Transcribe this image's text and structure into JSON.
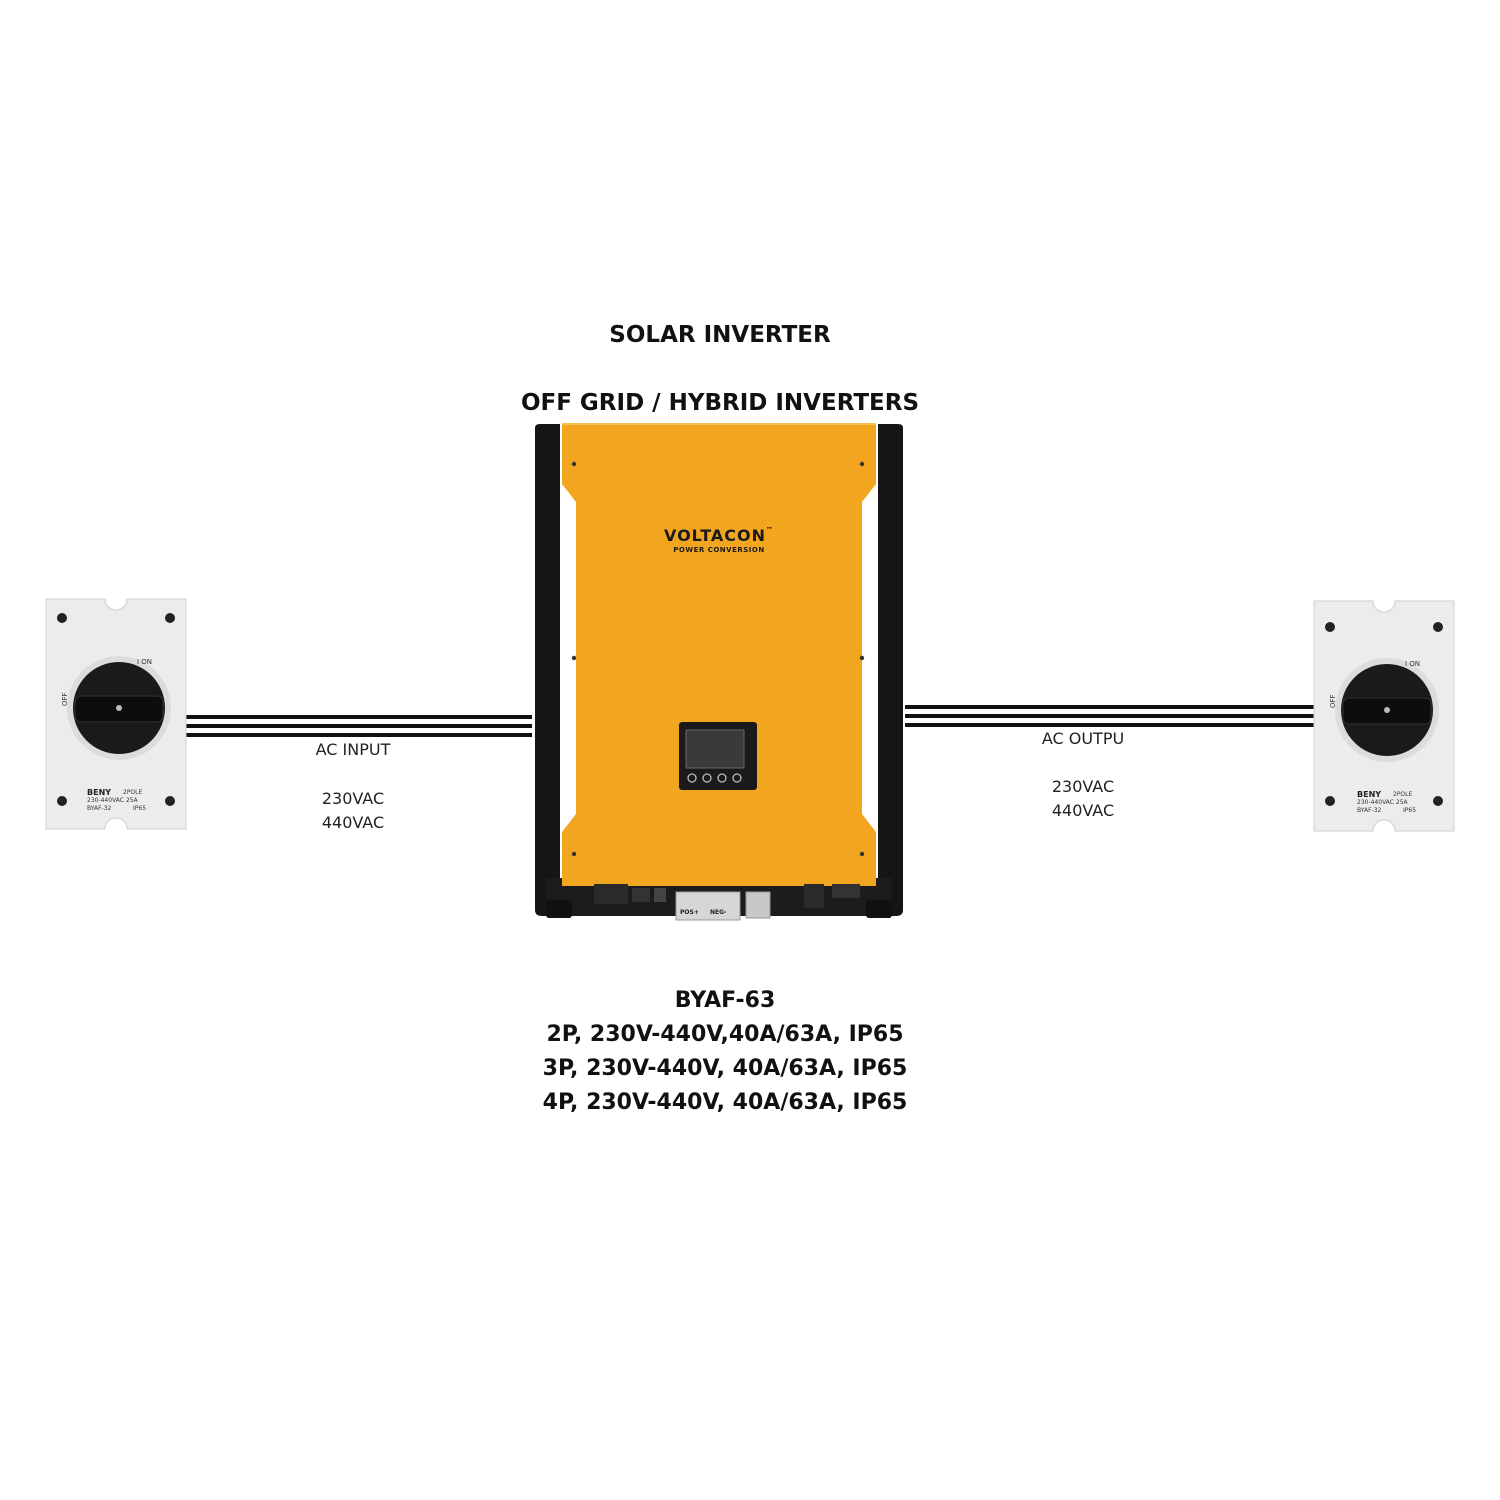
{
  "title": "SOLAR INVERTER",
  "subtitle": "OFF GRID / HYBRID INVERTERS",
  "inverter": {
    "brand": "VOLTACON",
    "brand_tm": "™",
    "tagline": "POWER CONVERSION",
    "terminal_pos": "POS+",
    "terminal_neg": "NEG-",
    "color": "#f2a51f"
  },
  "left_side": {
    "label": "AC INPUT",
    "voltages": [
      "230VAC",
      "440VAC"
    ]
  },
  "right_side": {
    "label": "AC OUTPU",
    "voltages": [
      "230VAC",
      "440VAC"
    ]
  },
  "isolator": {
    "brand": "BENY",
    "poles": "2POLE",
    "rating": "230-440VAC  25A",
    "model": "BYAF-32",
    "ip": "IP65"
  },
  "specs": {
    "model": "BYAF-63",
    "lines": [
      "2P, 230V-440V,40A/63A, IP65",
      "3P, 230V-440V, 40A/63A, IP65",
      "4P, 230V-440V, 40A/63A, IP65"
    ]
  }
}
